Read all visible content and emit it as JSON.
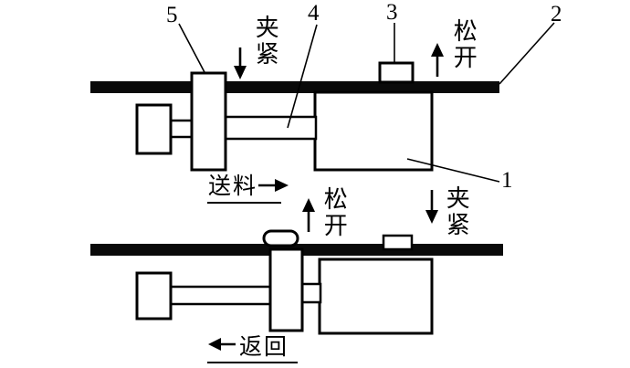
{
  "figure": {
    "background": "#ffffff",
    "line_color": "#000000"
  },
  "part_labels": {
    "p1": "1",
    "p2": "2",
    "p3": "3",
    "p4": "4",
    "p5": "5"
  },
  "annotations": {
    "clamp_top": "夹紧",
    "release_top": "松开",
    "release_mid": "松开",
    "clamp_mid": "夹紧",
    "feed": "送料",
    "return": "返回"
  }
}
